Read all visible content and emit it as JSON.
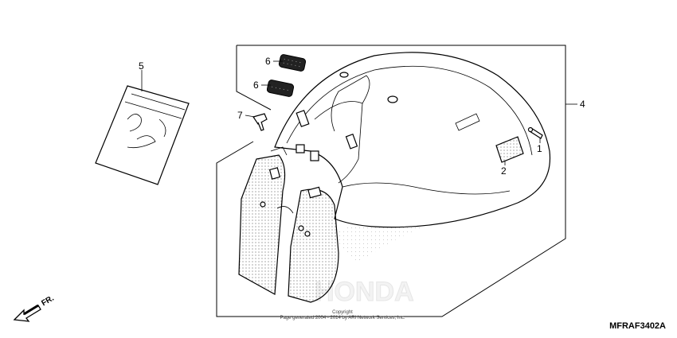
{
  "callouts": [
    {
      "id": "1",
      "label": "1"
    },
    {
      "id": "2",
      "label": "2"
    },
    {
      "id": "4",
      "label": "4"
    },
    {
      "id": "5",
      "label": "5"
    },
    {
      "id": "6a",
      "label": "6"
    },
    {
      "id": "6b",
      "label": "6"
    },
    {
      "id": "7",
      "label": "7"
    }
  ],
  "copyright": {
    "line1": "Copyright",
    "line2": "Page generated 2004 - 2014 by ARI Network Services, Inc."
  },
  "diagram_code": "MFRAF3402A",
  "front_indicator": "FR.",
  "watermark": "HONDA"
}
